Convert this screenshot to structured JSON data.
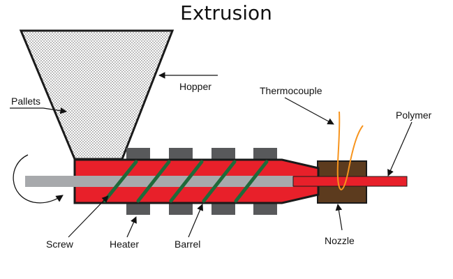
{
  "title": "Extrusion",
  "labels": {
    "hopper": "Hopper",
    "pallets": "Pallets",
    "thermocouple": "Thermocouple",
    "polymer": "Polymer",
    "screw": "Screw",
    "heater": "Heater",
    "barrel": "Barrel",
    "nozzle": "Nozzle"
  },
  "colors": {
    "barrel": "#e8202a",
    "heater": "#58595b",
    "screw_shaft": "#a7a9ac",
    "screw_flight": "#1e6b3a",
    "nozzle": "#5c3b1e",
    "thermocouple": "#f7941d",
    "outline": "#1a1a1a"
  }
}
